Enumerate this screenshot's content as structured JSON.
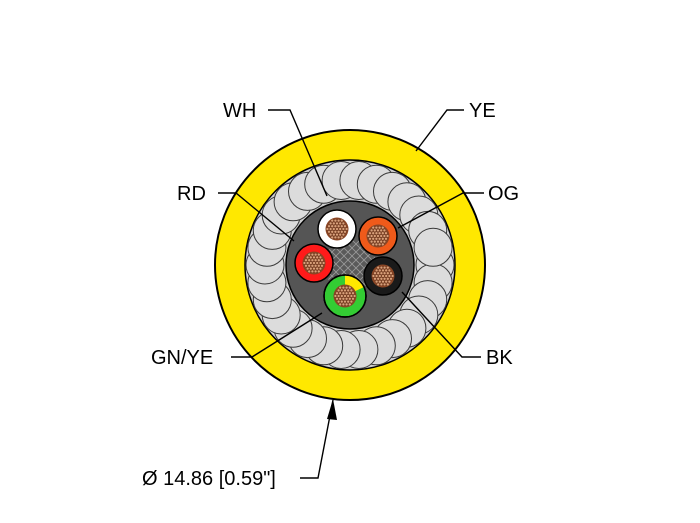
{
  "labels": {
    "wh": "WH",
    "ye": "YE",
    "rd": "RD",
    "og": "OG",
    "gnye": "GN/YE",
    "bk": "BK",
    "diameter": "Ø 14.86 [0.59\"]"
  },
  "colors": {
    "jacket": "#ffe800",
    "shield_fill": "#d9d9d9",
    "shield_stroke": "#4a4a4a",
    "core_filler": "#555555",
    "conductor_copper": "#a0522d",
    "wh": "#ffffff",
    "og": "#f05a1a",
    "rd": "#ff1a1a",
    "bk": "#1a1a1a",
    "gn": "#33cc33",
    "ye": "#ffe800"
  }
}
